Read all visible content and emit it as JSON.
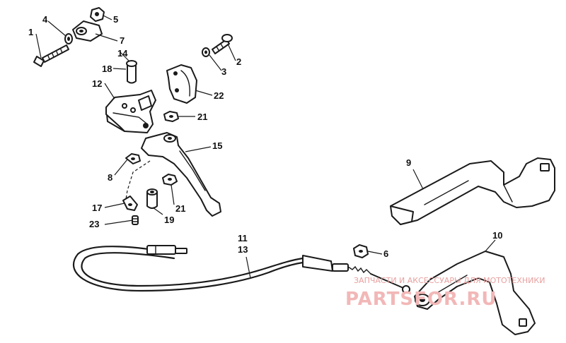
{
  "callouts": {
    "c1": "1",
    "c2": "2",
    "c3": "3",
    "c4": "4",
    "c5": "5",
    "c6": "6",
    "c7": "7",
    "c8": "8",
    "c9": "9",
    "c10": "10",
    "c11": "11",
    "c12": "12",
    "c13": "13",
    "c14": "14",
    "c15": "15",
    "c17": "17",
    "c18": "18",
    "c19": "19",
    "c21a": "21",
    "c21b": "21",
    "c22": "22",
    "c23": "23"
  },
  "watermark": {
    "tagline": "ЗАПЧАСТИ И АКСЕССУАРЫ ДЛЯ МОТОТЕХНИКИ",
    "brand": "PARTSFOR.RU"
  },
  "colors": {
    "line": "#1a1a1a",
    "watermark": "#e8a0a0",
    "background": "#ffffff"
  }
}
